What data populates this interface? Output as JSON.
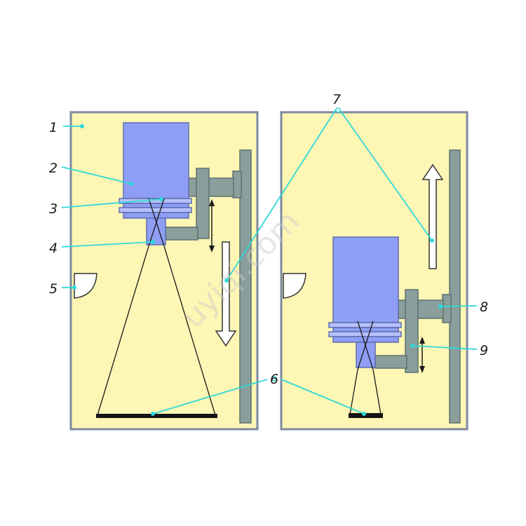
{
  "labels": [
    "1",
    "2",
    "3",
    "4",
    "5",
    "6",
    "7",
    "8",
    "9"
  ],
  "watermark": "uyiqi.com",
  "colors": {
    "panel_fill": "#fdf6b4",
    "panel_border": "#7c8aa0",
    "rail": "#8a9e9c",
    "rail_border": "#5e706e",
    "lamp_head": "#8e9ef5",
    "lamp_border": "#5f6fb0",
    "leader": "#2fd8d8",
    "arrow_fill": "#ffffff",
    "easel": "#141414"
  }
}
